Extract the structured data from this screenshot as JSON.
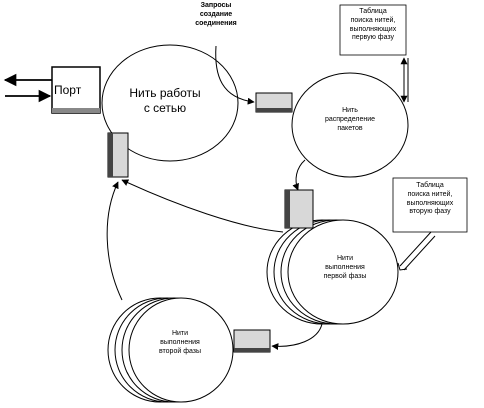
{
  "port": {
    "label": "Порт"
  },
  "request_note": {
    "lines": [
      "Запросы",
      "создание",
      "соединения"
    ]
  },
  "table_note_1": {
    "lines": [
      "Таблица",
      "поиска нитей,",
      "выполняющих",
      "первую фазу"
    ]
  },
  "table_note_2": {
    "lines": [
      "Таблица",
      "поиска нитей,",
      "выполняющих",
      "вторую фазу"
    ]
  },
  "network_thread": {
    "lines": [
      "Нить работы",
      "с сетью"
    ]
  },
  "distribution_thread": {
    "lines": [
      "Нить",
      "распределение",
      "пакетов"
    ]
  },
  "phase1_threads": {
    "lines": [
      "Нити",
      "выполнения",
      "первой фазы"
    ]
  },
  "phase2_threads": {
    "lines": [
      "Нити",
      "выполнения",
      "второй фазы"
    ]
  },
  "colors": {
    "block_fill": "#d8d8d8",
    "stroke": "#000000",
    "background": "#ffffff"
  }
}
